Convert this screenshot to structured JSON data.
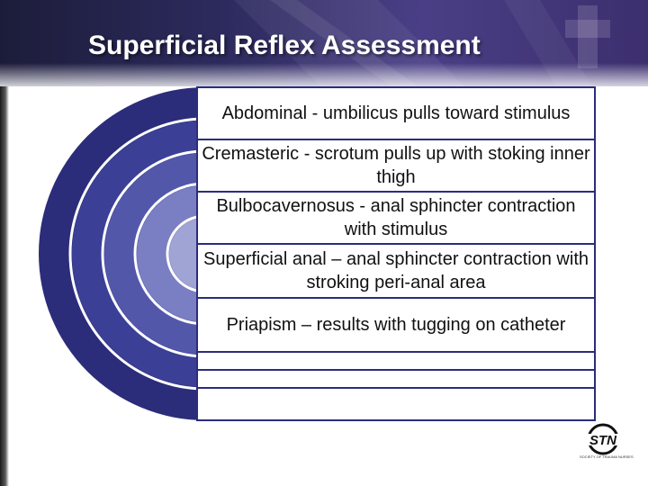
{
  "slide": {
    "title": "Superficial Reflex Assessment",
    "items": [
      "Abdominal - umbilicus pulls toward stimulus",
      "Cremasteric - scrotum pulls up with stoking inner thigh",
      "Bulbocavernosus - anal sphincter contraction with stimulus",
      "Superficial anal – anal sphincter contraction with stroking peri-anal area",
      "Priapism – results with tugging on catheter",
      "",
      "",
      ""
    ]
  },
  "logo": {
    "text": "STN",
    "caption": "SOCIETY OF TRAUMA NURSES"
  },
  "colors": {
    "header_dark": "#1c1c3a",
    "header_purple": "#4a3f86",
    "circle_outer": "#2b2d7a",
    "circle_inner": "#a0a4d4",
    "box_border": "#2b2d7a"
  }
}
